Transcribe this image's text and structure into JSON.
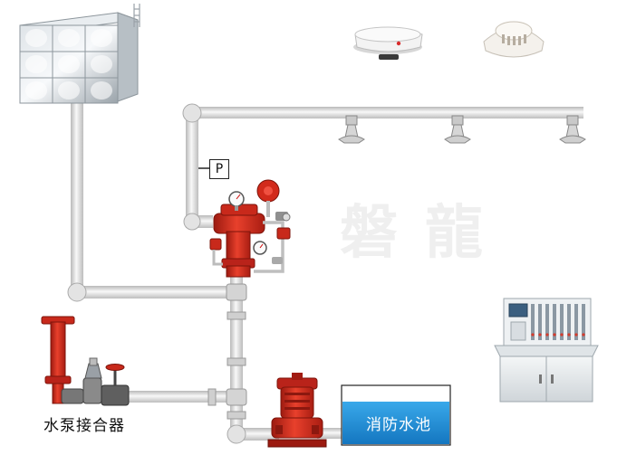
{
  "labels": {
    "pump_connector": "水泵接合器",
    "fire_pool": "消防水池",
    "pressure_switch": "P",
    "watermark": "磐龍"
  },
  "colors": {
    "pipe": "#e6e6e6",
    "valve_red": "#d42a1c",
    "tank_blue": "#1d8fd6"
  }
}
